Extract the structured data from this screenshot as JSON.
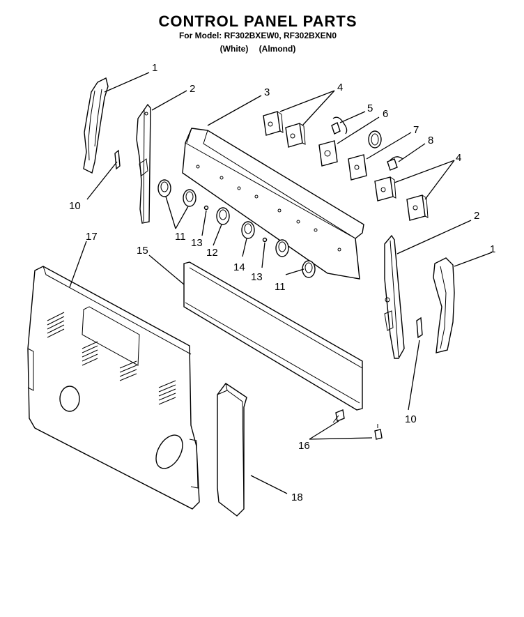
{
  "header": {
    "title": "CONTROL PANEL PARTS",
    "models": "For Model: RF302BXEW0, RF302BXEN0",
    "variants": "(White)      (Almond)"
  },
  "callouts": {
    "c1a": "1",
    "c1b": "1",
    "c2a": "2",
    "c2b": "2",
    "c3": "3",
    "c4a": "4",
    "c4b": "4",
    "c5": "5",
    "c6": "6",
    "c7": "7",
    "c8": "8",
    "c10a": "10",
    "c10b": "10",
    "c11a": "11",
    "c11b": "11",
    "c12": "12",
    "c13a": "13",
    "c13b": "13",
    "c14": "14",
    "c15": "15",
    "c16": "16",
    "c17": "17",
    "c18": "18"
  }
}
